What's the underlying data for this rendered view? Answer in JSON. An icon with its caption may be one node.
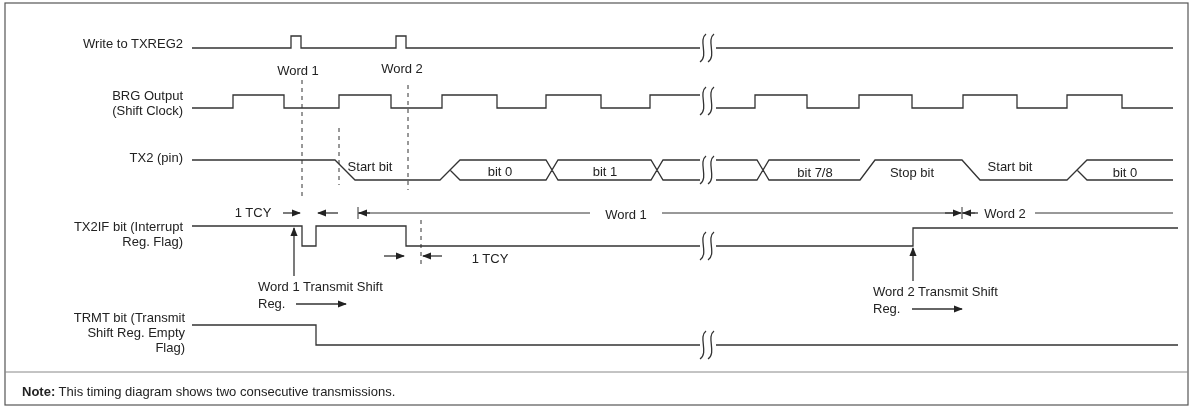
{
  "diagram": {
    "nodes": [
      {
        "text": [
          "Word 1 Transmit Shift Reg."
        ]
      },
      {
        "text": [
          "Word 2 Transmit Shift Reg."
        ]
      },
      {
        "text": [],
        "shape": "waveform"
      }
    ],
    "edges": [
      {
        "from": 0,
        "to": 2,
        "arrow": "to"
      },
      {
        "from": 1,
        "to": 2,
        "arrow": "to"
      }
    ],
    "labels": [
      "Write to TXREG2",
      "Word 1",
      "Word 2",
      "BRG Output (Shift Clock)",
      "TX2 (pin)",
      "Start bit",
      "bit 0",
      "bit 1",
      "bit 7/8",
      "Stop bit",
      "Start bit",
      "bit 0",
      "1 TCY",
      "Word 1",
      "Word 2",
      "TX2IF bit (Interrupt Reg. Flag)",
      "1 TCY",
      "TRMT bit (Transmit Shift Reg. Empty Flag)",
      "**Note:** This timing diagram shows two consecutive transmissions."
    ]
  }
}
